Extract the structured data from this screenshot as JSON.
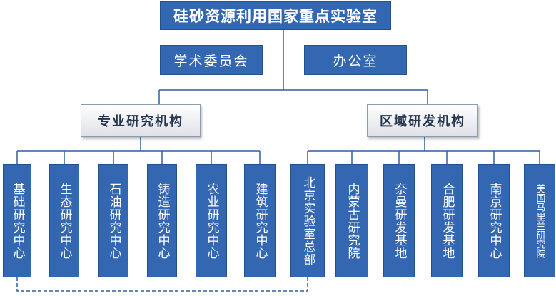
{
  "diagram": {
    "title": "硅砂资源利用国家重点实验室",
    "offices": [
      "学术委员会",
      "办公室"
    ],
    "categories": {
      "left": "专业研究机构",
      "right": "区域研发机构"
    },
    "research_centers": [
      "基础研究中心",
      "生态研究中心",
      "石油研究中心",
      "铸造研究中心",
      "农业研究中心",
      "建筑研究中心"
    ],
    "regional_units": [
      "北京实验室总部",
      "内蒙古研究院",
      "奈曼研发基地",
      "合肥研发基地",
      "南京研究中心",
      "美国马里兰研究院"
    ]
  },
  "colors": {
    "box_fill": "#3467b1",
    "line": "#2f5f9e",
    "text_light": "#ffffff",
    "text_dark": "#26354f"
  }
}
